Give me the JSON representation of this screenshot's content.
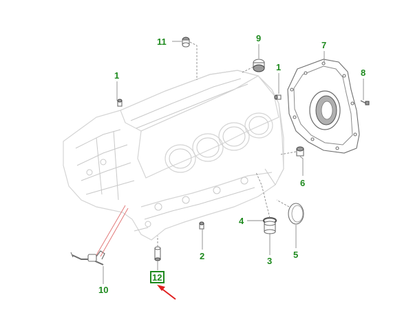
{
  "callouts": [
    {
      "id": "c1a",
      "label": "1"
    },
    {
      "id": "c1b",
      "label": "1"
    },
    {
      "id": "c2",
      "label": "2"
    },
    {
      "id": "c3",
      "label": "3"
    },
    {
      "id": "c4",
      "label": "4"
    },
    {
      "id": "c5",
      "label": "5"
    },
    {
      "id": "c6",
      "label": "6"
    },
    {
      "id": "c7",
      "label": "7"
    },
    {
      "id": "c8",
      "label": "8"
    },
    {
      "id": "c9",
      "label": "9"
    },
    {
      "id": "c10",
      "label": "10"
    },
    {
      "id": "c11",
      "label": "11"
    },
    {
      "id": "c12",
      "label": "12"
    }
  ],
  "colors": {
    "callout_text": "#1e8a1e",
    "highlight_box": "#1e8a1e",
    "pointer_arrow": "#e02020",
    "leader_red": "#e07070"
  }
}
